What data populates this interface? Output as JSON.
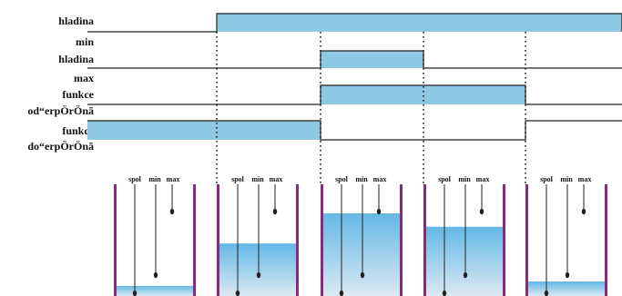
{
  "colors": {
    "signal_fill": "#8ec8e2",
    "signal_stroke": "#222222",
    "tank_wall": "#8b2a7a",
    "water_top": "#63b8e6",
    "water_bottom": "#dbe9f2",
    "electrode": "#222222",
    "marker_dots": "#222222"
  },
  "signals": [
    {
      "label_lines": [
        "hladina",
        "min"
      ],
      "levels": [
        0,
        1,
        1,
        1,
        1,
        0
      ]
    },
    {
      "label_lines": [
        "hladina",
        "max"
      ],
      "levels": [
        0,
        0,
        1,
        0,
        0,
        0
      ]
    },
    {
      "label_lines": [
        "funkce",
        "od“erpÖrÖnã"
      ],
      "levels": [
        0,
        0,
        1,
        1,
        0,
        0
      ]
    },
    {
      "label_lines": [
        "funkce",
        "do“erpÖrÖnã"
      ],
      "levels": [
        1,
        1,
        0,
        0,
        1,
        1
      ]
    }
  ],
  "tanks": [
    {
      "water_level": 0.09,
      "labels": [
        "spol",
        "min",
        "max"
      ]
    },
    {
      "water_level": 0.47,
      "labels": [
        "spol",
        "min",
        "max"
      ]
    },
    {
      "water_level": 0.74,
      "labels": [
        "spol",
        "min",
        "max"
      ]
    },
    {
      "water_level": 0.62,
      "labels": [
        "spol",
        "min",
        "max"
      ]
    },
    {
      "water_level": 0.13,
      "labels": [
        "spol",
        "min",
        "max"
      ]
    }
  ]
}
